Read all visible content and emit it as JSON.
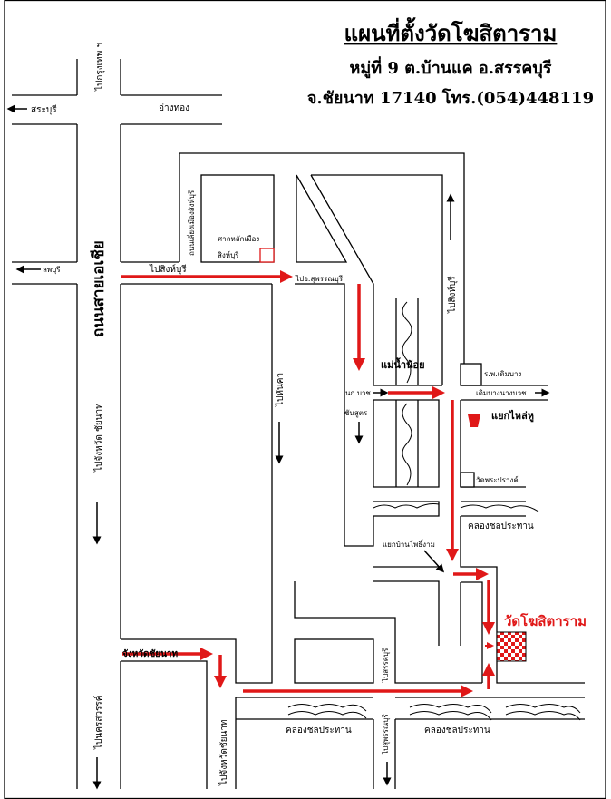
{
  "title": "แผนที่ตั้งวัดโฆสิตาราม",
  "address_line1": "หมู่ที่ 9 ต.บ้านแค  อ.สรรคบุรี",
  "address_line2": "จ.ชัยนาท 17140 โทร.(054)448119",
  "colors": {
    "route": "#e01818",
    "temple": "#e01818"
  },
  "labels": {
    "to_bangkok": "ไปกรุงเทพ ฯ",
    "saraburi": "สระบุรี",
    "ang_thong": "อ่างทอง",
    "lopburi": "ลพบุรี",
    "asia_highway": "ถนนสายเอเชีย",
    "to_singburi_west": "ไปสิงห์บุรี",
    "bypass_singburi": "ถนนเลี่ยงเมืองสิงห์บุรี",
    "city_pillar_1": "ศาลหลักเมือง",
    "city_pillar_2": "สิงห์บุรี",
    "to_suphanburi_top": "ไปอ.สุพรรณบุรี",
    "to_singburi_east": "ไปสิงห์บุรี",
    "to_chainat": "ไปจังหวัด ชัยนาท",
    "to_hankha": "ไปหันคา",
    "noi_river": "แม่น้ำน้อย",
    "to_nangbuat": "นก.บวช",
    "chansut": "ชันสูตร",
    "hospital": "ร.พ.เดิมบาง",
    "doembang_nangbuat": "เดิมบางนางบวช",
    "yaek_lai_hu": "แยกไหล่หู",
    "wat_phra_prang": "วัดพระปรางค์",
    "canal_1": "คลองชลประทาน",
    "yaek_ban_pho_ngam": "แยกบ้านโพธิ์งาม",
    "temple": "วัดโฆสิตาราม",
    "chainat_province": "จังหวัดชัยนาท",
    "to_nakhon_sawan": "ไปนครสวรรค์",
    "to_chainat_2": "ไปจังหวัดชัยนาท",
    "to_sankhaburi": "ไปสรรคบุรี",
    "to_suphanburi_bottom": "ไปสุพรรณบุรี",
    "canal_2": "คลองชลประทาน",
    "canal_3": "คลองชลประทาน"
  },
  "icons": {
    "landmark": "bucket-icon",
    "temple": "checkered-flag-icon"
  }
}
